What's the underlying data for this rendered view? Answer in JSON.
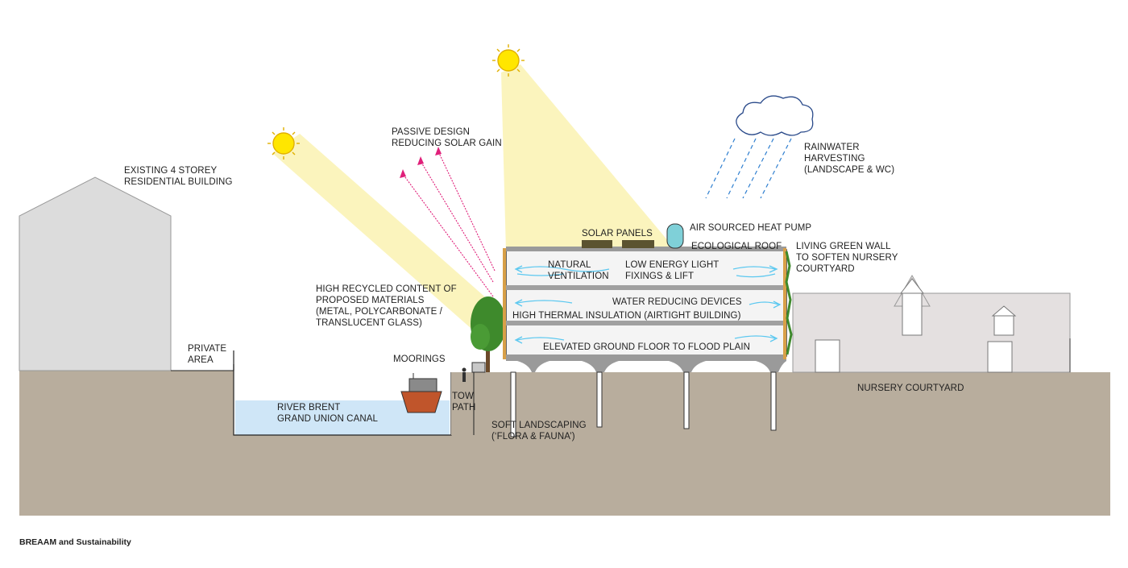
{
  "labels": {
    "existing_building": "EXISTING 4 STOREY\nRESIDENTIAL BUILDING",
    "private_area": "PRIVATE\nAREA",
    "passive_design": "PASSIVE DESIGN\nREDUCING SOLAR GAIN",
    "rainwater": "RAINWATER\nHARVESTING\n(LANDSCAPE & WC)",
    "solar_panels": "SOLAR PANELS",
    "heat_pump": "AIR SOURCED HEAT PUMP",
    "ecological_roof": "ECOLOGICAL ROOF",
    "living_wall": "LIVING GREEN WALL\nTO SOFTEN NURSERY\nCOURTYARD",
    "recycled": "HIGH RECYCLED CONTENT OF\nPROPOSED MATERIALS\n(METAL, POLYCARBONATE /\nTRANSLUCENT GLASS)",
    "natural_ventilation": "NATURAL\nVENTILATION",
    "low_energy": "LOW ENERGY LIGHT\nFIXINGS & LIFT",
    "water_reducing": "WATER REDUCING DEVICES",
    "thermal_insulation": "HIGH THERMAL INSULATION (AIRTIGHT BUILDING)",
    "elevated_floor": "ELEVATED GROUND FLOOR TO FLOOD PLAIN",
    "moorings": "MOORINGS",
    "river": "RIVER BRENT\nGRAND UNION CANAL",
    "tow_path": "TOW\nPATH",
    "soft_landscaping": "SOFT LANDSCAPING\n(‘FLORA & FAUNA’)",
    "nursery_courtyard": "NURSERY COURTYARD"
  },
  "footer_title": "BREAAM and Sustainability",
  "colors": {
    "ground": "#b8ad9d",
    "water": "#cfe6f7",
    "sunbeam": "#fbf3b6",
    "sun": "#ffe600",
    "arrow": "#e0207a",
    "vent": "#5bc8f0",
    "grey_building": "#dcdcdc",
    "nursery": "#e4e0e0",
    "tree": "#3e8a2c",
    "boat": "#c0552b",
    "heat_pump": "#7fd0d8",
    "solar_panel": "#5b5330",
    "rain": "#2f7fd0"
  }
}
